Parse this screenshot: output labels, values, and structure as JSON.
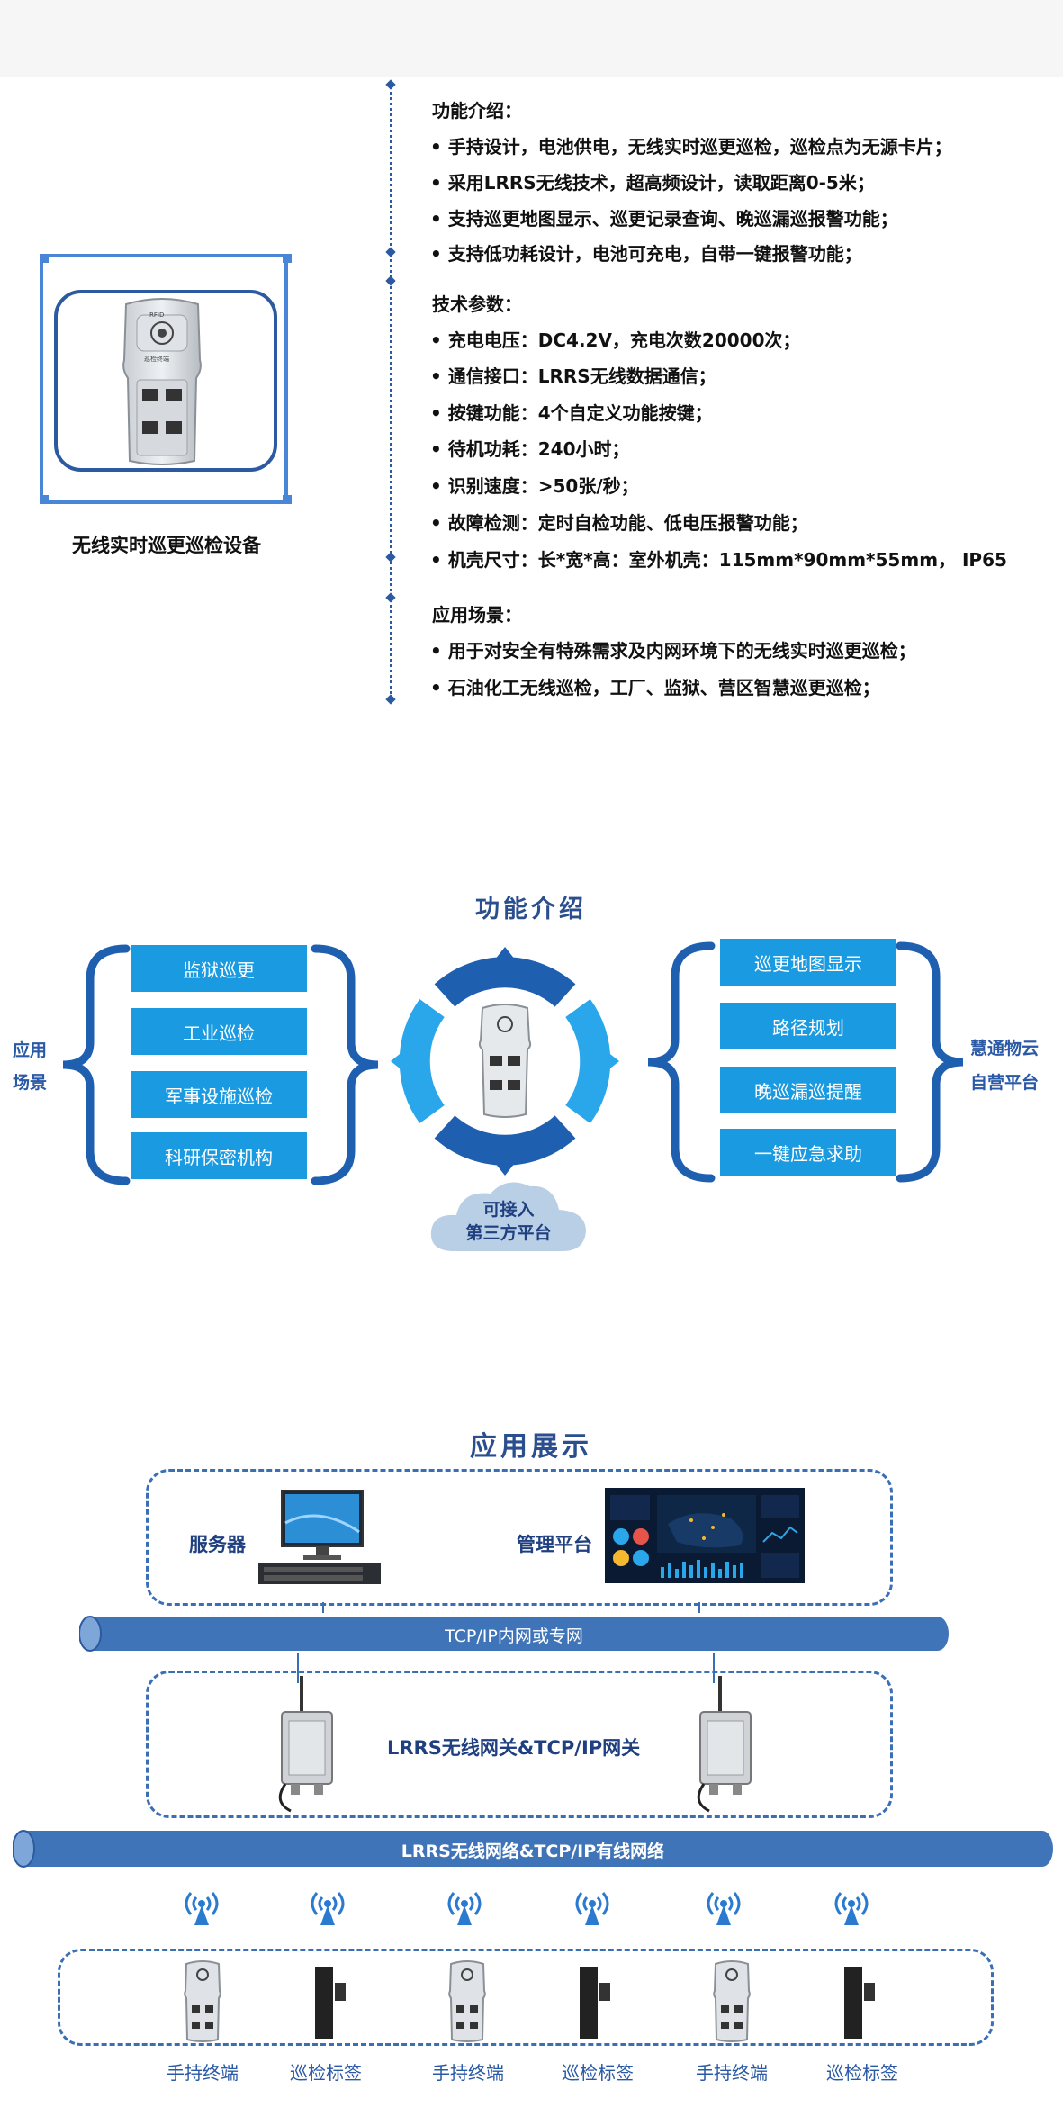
{
  "product": {
    "caption": "无线实时巡更巡检设备",
    "device_top_text": "RFID",
    "device_sub_text": "巡检终端"
  },
  "features": {
    "title": "功能介绍：",
    "items": [
      "• 手持设计，电池供电，无线实时巡更巡检，巡检点为无源卡片；",
      "• 采用LRRS无线技术，超高频设计，读取距离0-5米；",
      "• 支持巡更地图显示、巡更记录查询、晚巡漏巡报警功能；",
      "• 支持低功耗设计，电池可充电，自带一键报警功能；"
    ]
  },
  "specs": {
    "title": "技术参数：",
    "items": [
      "• 充电电压：DC4.2V，充电次数20000次；",
      "• 通信接口：LRRS无线数据通信；",
      "• 按键功能：4个自定义功能按键；",
      "• 待机功耗：240小时；",
      "• 识别速度：>50张/秒；",
      "• 故障检测：定时自检功能、低电压报警功能；",
      "• 机壳尺寸：长*宽*高：室外机壳：115mm*90mm*55mm， IP65"
    ]
  },
  "scenarios": {
    "title": "应用场景：",
    "items": [
      "• 用于对安全有特殊需求及内网环境下的无线实时巡更巡检；",
      "• 石油化工无线巡检，工厂、监狱、营区智慧巡更巡检；"
    ]
  },
  "function_section": {
    "title": "功能介绍",
    "left_label_1": "应用",
    "left_label_2": "场景",
    "right_label_1": "慧通物云",
    "right_label_2": "自营平台",
    "left_buttons": [
      "监狱巡更",
      "工业巡检",
      "军事设施巡检",
      "科研保密机构"
    ],
    "right_buttons": [
      "巡更地图显示",
      "路径规划",
      "晚巡漏巡提醒",
      "一键应急求助"
    ],
    "cloud_line_1": "可接入",
    "cloud_line_2": "第三方平台"
  },
  "application_section": {
    "title": "应用展示",
    "server_label": "服务器",
    "platform_label": "管理平台",
    "pipe_1": "TCP/IP内网或专网",
    "gateway_label": "LRRS无线网关&TCP/IP网关",
    "pipe_2": "LRRS无线网络&TCP/IP有线网络",
    "bottom_labels": [
      "手持终端",
      "巡检标签",
      "手持终端",
      "巡检标签",
      "手持终端",
      "巡检标签"
    ]
  },
  "colors": {
    "accent_blue": "#1a9ae0",
    "dark_blue": "#2b4f8e",
    "pipe_blue": "#3f74b8"
  }
}
